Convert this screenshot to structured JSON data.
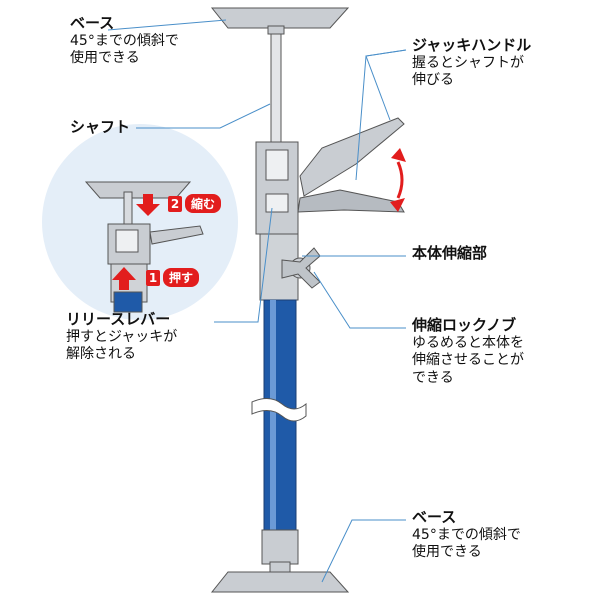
{
  "labels": {
    "base_top": {
      "title": "ベース",
      "desc1": "45°までの傾斜で",
      "desc2": "使用できる"
    },
    "shaft": {
      "title": "シャフト"
    },
    "jack_handle": {
      "title": "ジャッキハンドル",
      "desc1": "握るとシャフトが",
      "desc2": "伸びる"
    },
    "body_ext": {
      "title": "本体伸縮部"
    },
    "release_lever": {
      "title": "リリースレバー",
      "desc1": "押すとジャッキが",
      "desc2": "解除される"
    },
    "lock_knob": {
      "title": "伸縮ロックノブ",
      "desc1": "ゆるめると本体を",
      "desc2": "伸縮させることが",
      "desc3": "できる"
    },
    "base_bottom": {
      "title": "ベース",
      "desc1": "45°までの傾斜で",
      "desc2": "使用できる"
    }
  },
  "inset": {
    "step1": {
      "num": "1",
      "label": "押す"
    },
    "step2": {
      "num": "2",
      "label": "縮む"
    }
  },
  "colors": {
    "accent_red": "#e21d1d",
    "pole_blue": "#1f5aa8",
    "metal_gray": "#c9cdd2",
    "leader_blue": "#4a8fc9",
    "inset_bg": "#e4eef8"
  }
}
